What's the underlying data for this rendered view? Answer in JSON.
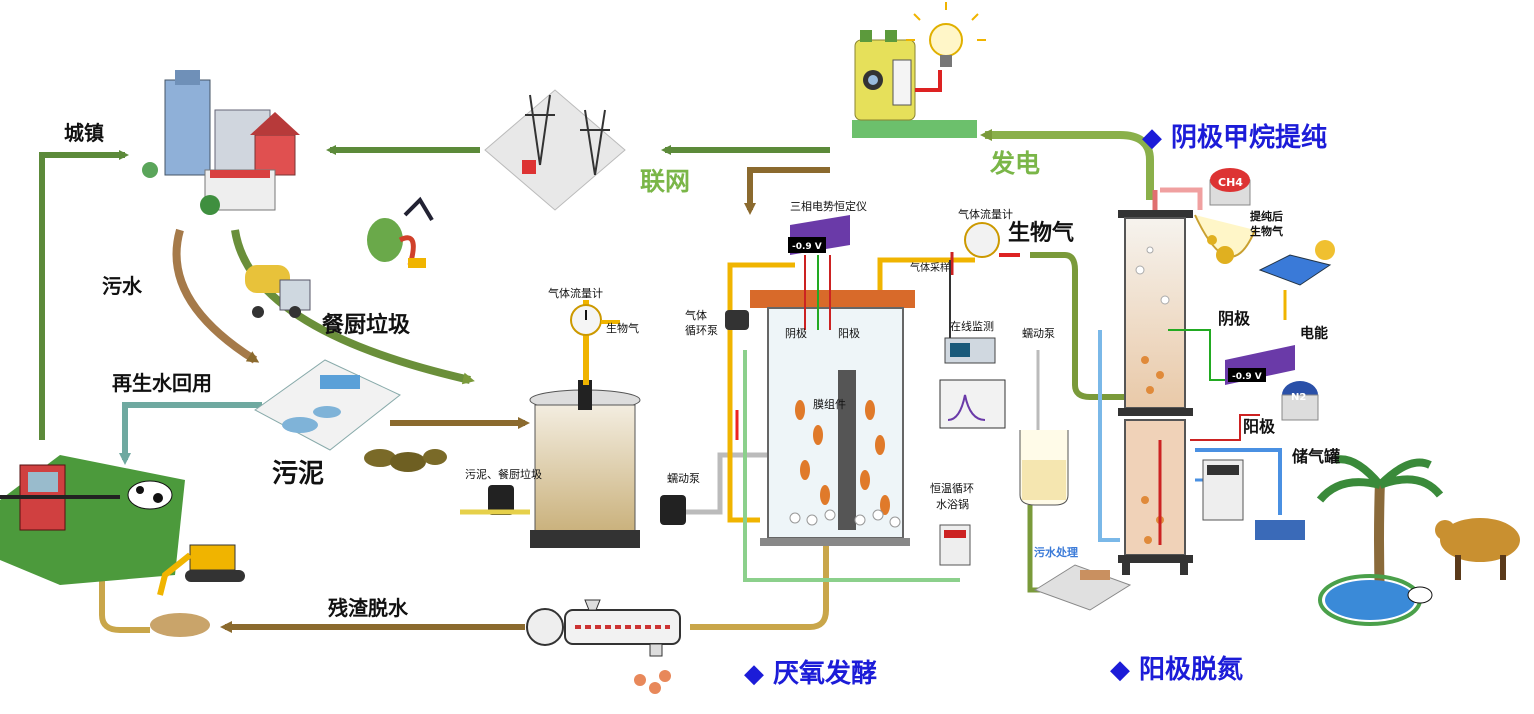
{
  "labels": {
    "town": "城镇",
    "sewage": "污水",
    "kitchen_waste": "餐厨垃圾",
    "reclaimed_water": "再生水回用",
    "sludge": "污泥",
    "grid": "联网",
    "power_gen": "发电",
    "biogas": "生物气",
    "residue_dewater": "残渣脱水",
    "gas_flowmeter_1": "气体流量计",
    "biogas_small": "生物气",
    "sludge_kitchen": "污泥、餐厨垃圾",
    "peristaltic_pump_1": "蠕动泵",
    "three_phase_potentiostat": "三相电势恒定仪",
    "gas_circ_pump_1": "气体",
    "gas_circ_pump_2": "循环泵",
    "cathode_1": "阴极",
    "anode_1": "阳极",
    "membrane_module": "膜组件",
    "thermo_bath_1": "恒温循环",
    "thermo_bath_2": "水浴锅",
    "gas_flowmeter_2": "气体流量计",
    "gas_sampling": "气体采样",
    "online_monitor": "在线监测",
    "peristaltic_pump_2": "蠕动泵",
    "wastewater_treat": "污水处理",
    "purified_biogas_1": "提纯后",
    "purified_biogas_2": "生物气",
    "cathode_2": "阴极",
    "electricity": "电能",
    "anode_2": "阳极",
    "storage_tank": "储气罐",
    "voltage": "-0.9 V",
    "ch4": "CH4",
    "n2": "N2"
  },
  "sections": {
    "cathode_methane": "◆ 阴极甲烷提纯",
    "anaerobic": "◆ 厌氧发酵",
    "anode_denitrify": "◆ 阳极脱氮"
  },
  "colors": {
    "section_blue": "#1c1cd8",
    "green_arrow": "#5c8a3a",
    "light_green": "#7ab648",
    "brown_arrow": "#8b6a2e",
    "yellow_pipe": "#f0b400",
    "red_pipe": "#e02020",
    "blue_pipe": "#4a90e2"
  }
}
